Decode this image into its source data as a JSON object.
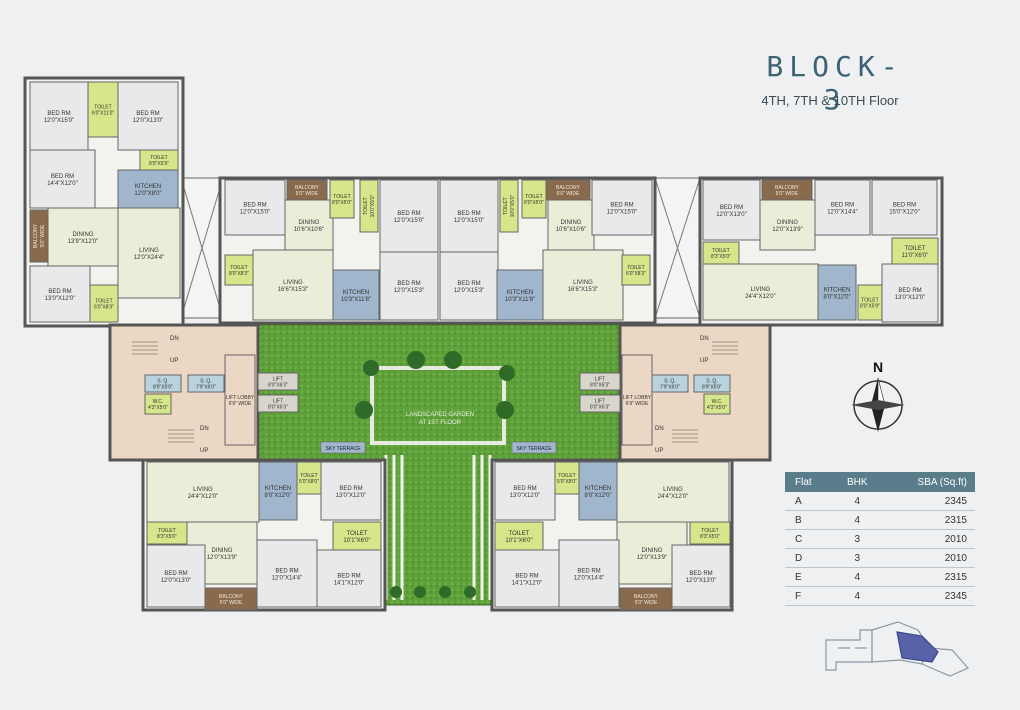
{
  "header": {
    "title": "BLOCK-3",
    "subtitle": "4TH, 7TH & 10TH  Floor"
  },
  "compass": {
    "label": "N"
  },
  "garden": {
    "label_line1": "LANDSCAPED GARDEN",
    "label_line2": "AT 1ST FLOOR"
  },
  "sky_terrace_label": "SKY TERRACE",
  "area_table": {
    "headers": [
      "Flat",
      "BHK",
      "SBA (Sq.ft)"
    ],
    "rows": [
      [
        "A",
        "4",
        "2345"
      ],
      [
        "B",
        "4",
        "2315"
      ],
      [
        "C",
        "3",
        "2010"
      ],
      [
        "D",
        "3",
        "2010"
      ],
      [
        "E",
        "4",
        "2315"
      ],
      [
        "F",
        "4",
        "2345"
      ]
    ]
  },
  "rooms": [
    {
      "id": "a-bed1",
      "type": "bed",
      "name": "BED RM",
      "size": "12'0\"X15'0\""
    },
    {
      "id": "a-toilet1",
      "type": "toilet",
      "name": "TOILET",
      "size": "6'0\"X11'0\""
    },
    {
      "id": "a-bed2",
      "type": "bed",
      "name": "BED RM",
      "size": "12'0\"X13'0\""
    },
    {
      "id": "a-toilet2",
      "type": "toilet",
      "name": "TOILET",
      "size": "8'0\"X5'9\""
    },
    {
      "id": "a-bed3",
      "type": "bed",
      "name": "BED RM",
      "size": "14'4\"X12'0\""
    },
    {
      "id": "a-kitchen",
      "type": "kitchen",
      "name": "KITCHEN",
      "size": "12'0\"X8'0\""
    },
    {
      "id": "a-balcony",
      "type": "balcony",
      "name": "BALCONY",
      "size": "5'0\" WIDE"
    },
    {
      "id": "a-dining",
      "type": "living",
      "name": "DINING",
      "size": "13'9\"X12'0\""
    },
    {
      "id": "a-living",
      "type": "living",
      "name": "LIVING",
      "size": "12'0\"X24'4\""
    },
    {
      "id": "a-bed4",
      "type": "bed",
      "name": "BED RM",
      "size": "13'0\"X12'0\""
    },
    {
      "id": "a-toilet3",
      "type": "toilet",
      "name": "TOILET",
      "size": "5'0\"X8'3\""
    },
    {
      "id": "b-bed1",
      "type": "bed",
      "name": "BED RM",
      "size": "12'0\"X15'0\""
    },
    {
      "id": "b-balcony",
      "type": "balcony",
      "name": "BALCONY",
      "size": "5'0\" WIDE"
    },
    {
      "id": "b-dining",
      "type": "living",
      "name": "DINING",
      "size": "10'6\"X10'6\""
    },
    {
      "id": "b-toilet1",
      "type": "toilet",
      "name": "TOILET",
      "size": "8'0\"X5'0\""
    },
    {
      "id": "b-toilet2",
      "type": "toilet",
      "name": "TOILET",
      "size": "10'0\"X5'0\""
    },
    {
      "id": "b-bed2",
      "type": "bed",
      "name": "BED RM",
      "size": "12'0\"X15'0\""
    },
    {
      "id": "b-toilet3",
      "type": "toilet",
      "name": "TOILET",
      "size": "8'0\"X8'3\""
    },
    {
      "id": "b-living",
      "type": "living",
      "name": "LIVING",
      "size": "16'6\"X15'3\""
    },
    {
      "id": "b-kitchen",
      "type": "kitchen",
      "name": "KITCHEN",
      "size": "10'3\"X11'8\""
    },
    {
      "id": "b-bed3",
      "type": "bed",
      "name": "BED RM",
      "size": "12'0\"X15'3\""
    },
    {
      "id": "c-bed1",
      "type": "bed",
      "name": "BED RM",
      "size": "12'0\"X15'0\""
    },
    {
      "id": "c-toilet1",
      "type": "toilet",
      "name": "TOILET",
      "size": "10'0\"X5'0\""
    },
    {
      "id": "c-toilet2",
      "type": "toilet",
      "name": "TOILET",
      "size": "8'0\"X5'0\""
    },
    {
      "id": "c-balcony",
      "type": "balcony",
      "name": "BALCONY",
      "size": "5'0\" WIDE"
    },
    {
      "id": "c-dining",
      "type": "living",
      "name": "DINING",
      "size": "10'6\"X10'6\""
    },
    {
      "id": "c-bed2",
      "type": "bed",
      "name": "BED RM",
      "size": "12'0\"X15'0\""
    },
    {
      "id": "c-bed3",
      "type": "bed",
      "name": "BED RM",
      "size": "12'0\"X15'3\""
    },
    {
      "id": "c-kitchen",
      "type": "kitchen",
      "name": "KITCHEN",
      "size": "10'3\"X11'8\""
    },
    {
      "id": "c-living",
      "type": "living",
      "name": "LIVING",
      "size": "16'6\"X15'3\""
    },
    {
      "id": "c-toilet3",
      "type": "toilet",
      "name": "TOILET",
      "size": "6'0\"X8'3\""
    },
    {
      "id": "d-bed1",
      "type": "bed",
      "name": "BED RM",
      "size": "12'0\"X13'0\""
    },
    {
      "id": "d-balcony",
      "type": "balcony",
      "name": "BALCONY",
      "size": "5'0\" WIDE"
    },
    {
      "id": "d-dining",
      "type": "living",
      "name": "DINING",
      "size": "12'0\"X13'9\""
    },
    {
      "id": "d-bed2",
      "type": "bed",
      "name": "BED RM",
      "size": "12'0\"X14'4\""
    },
    {
      "id": "d-bed3",
      "type": "bed",
      "name": "BED RM",
      "size": "15'0\"X12'0\""
    },
    {
      "id": "d-toilet1",
      "type": "toilet",
      "name": "TOILET",
      "size": "8'3\"X5'0\""
    },
    {
      "id": "d-toilet2",
      "type": "toilet",
      "name": "TOILET",
      "size": "11'0\"X6'0\""
    },
    {
      "id": "d-living",
      "type": "living",
      "name": "LIVING",
      "size": "24'4\"X12'0\""
    },
    {
      "id": "d-kitchen",
      "type": "kitchen",
      "name": "KITCHEN",
      "size": "8'0\"X12'0\""
    },
    {
      "id": "d-toilet3",
      "type": "toilet",
      "name": "TOILET",
      "size": "8'0\"X5'9\""
    },
    {
      "id": "d-bed4",
      "type": "bed",
      "name": "BED RM",
      "size": "13'0\"X12'0\""
    },
    {
      "id": "l-sq1",
      "type": "service",
      "name": "S. Q.",
      "size": "8'9\"X5'0\""
    },
    {
      "id": "l-sq2",
      "type": "service",
      "name": "S. Q.",
      "size": "7'9\"X6'0\""
    },
    {
      "id": "l-wc",
      "type": "toilet",
      "name": "W.C.",
      "size": "4'3\"X5'0\""
    },
    {
      "id": "l-lift1",
      "type": "lift",
      "name": "LIFT",
      "size": "8'0\"X6'3\""
    },
    {
      "id": "l-lift2",
      "type": "lift",
      "name": "LIFT",
      "size": "8'0\"X6'3\""
    },
    {
      "id": "l-lobby",
      "type": "lobby",
      "name": "LIFT LOBBY",
      "size": "6'9\" WIDE"
    },
    {
      "id": "r-lift1",
      "type": "lift",
      "name": "LIFT",
      "size": "8'0\"X6'3\""
    },
    {
      "id": "r-lift2",
      "type": "lift",
      "name": "LIFT",
      "size": "8'0\"X6'3\""
    },
    {
      "id": "r-sq1",
      "type": "service",
      "name": "S. Q.",
      "size": "7'9\"X6'0\""
    },
    {
      "id": "r-sq2",
      "type": "service",
      "name": "S. Q.",
      "size": "8'9\"X5'0\""
    },
    {
      "id": "r-wc",
      "type": "toilet",
      "name": "W.C.",
      "size": "4'3\"X5'0\""
    },
    {
      "id": "r-lobby",
      "type": "lobby",
      "name": "LIFT LOBBY",
      "size": "6'9\" WIDE"
    },
    {
      "id": "e-living",
      "type": "living",
      "name": "LIVING",
      "size": "24'4\"X12'0\""
    },
    {
      "id": "e-kitchen",
      "type": "kitchen",
      "name": "KITCHEN",
      "size": "8'0\"X12'0\""
    },
    {
      "id": "e-toilet1",
      "type": "toilet",
      "name": "TOILET",
      "size": "5'0\"X8'0\""
    },
    {
      "id": "e-bed1",
      "type": "bed",
      "name": "BED RM",
      "size": "13'0\"X12'0\""
    },
    {
      "id": "e-toilet2",
      "type": "toilet",
      "name": "TOILET",
      "size": "8'3\"X5'0\""
    },
    {
      "id": "e-dining",
      "type": "living",
      "name": "DINING",
      "size": "12'0\"X13'9\""
    },
    {
      "id": "e-toilet3",
      "type": "toilet",
      "name": "TOILET",
      "size": "10'1\"X6'0\""
    },
    {
      "id": "e-bed2",
      "type": "bed",
      "name": "BED RM",
      "size": "12'0\"X13'0\""
    },
    {
      "id": "e-bed3",
      "type": "bed",
      "name": "BED RM",
      "size": "12'0\"X14'4\""
    },
    {
      "id": "e-bed4",
      "type": "bed",
      "name": "BED RM",
      "size": "14'1\"X12'0\""
    },
    {
      "id": "e-balcony",
      "type": "balcony",
      "name": "BALCONY",
      "size": "5'0\" WIDE"
    },
    {
      "id": "f-bed1",
      "type": "bed",
      "name": "BED RM",
      "size": "13'0\"X12'0\""
    },
    {
      "id": "f-toilet1",
      "type": "toilet",
      "name": "TOILET",
      "size": "5'0\"X8'0\""
    },
    {
      "id": "f-kitchen",
      "type": "kitchen",
      "name": "KITCHEN",
      "size": "8'0\"X12'0\""
    },
    {
      "id": "f-living",
      "type": "living",
      "name": "LIVING",
      "size": "24'4\"X12'0\""
    },
    {
      "id": "f-toilet2",
      "type": "toilet",
      "name": "TOILET",
      "size": "10'1\"X6'0\""
    },
    {
      "id": "f-toilet3",
      "type": "toilet",
      "name": "TOILET",
      "size": "8'3\"X5'0\""
    },
    {
      "id": "f-dining",
      "type": "living",
      "name": "DINING",
      "size": "12'0\"X13'9\""
    },
    {
      "id": "f-bed2",
      "type": "bed",
      "name": "BED RM",
      "size": "14'1\"X12'0\""
    },
    {
      "id": "f-bed3",
      "type": "bed",
      "name": "BED RM",
      "size": "12'0\"X14'4\""
    },
    {
      "id": "f-bed4",
      "type": "bed",
      "name": "BED RM",
      "size": "12'0\"X13'0\""
    },
    {
      "id": "f-balcony",
      "type": "balcony",
      "name": "BALCONY",
      "size": "5'0\" WIDE"
    }
  ],
  "stair_labels": {
    "up": "UP",
    "down": "DN"
  },
  "colors": {
    "bed": "#e7e9eb",
    "toilet": "#d6e68a",
    "kitchen": "#9fb6cc",
    "living": "#ecedd9",
    "balcony": "#8a6a4c",
    "lobby": "#ecd6c4",
    "lift": "#d8d6cc",
    "service": "#b8d3dd",
    "garden": "#5fa03a",
    "wall": "#5a5a5a",
    "accent": "#3c6373",
    "keyplan": "#5862a8"
  }
}
